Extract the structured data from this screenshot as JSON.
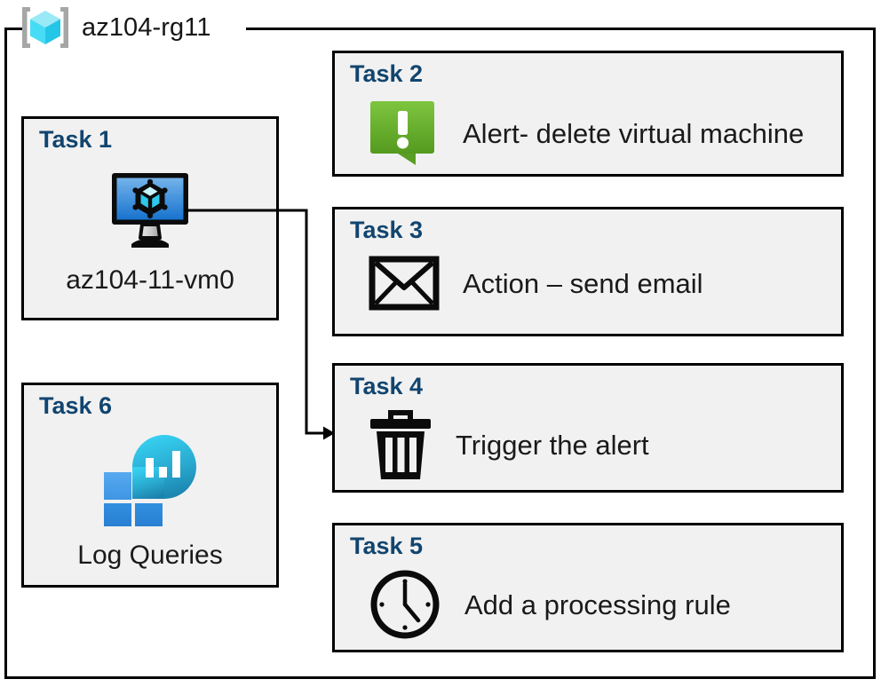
{
  "diagram": {
    "type": "azure-resource-group-task-diagram",
    "resource_group": {
      "name": "az104-rg11",
      "icon": "resource-group-cube-icon"
    },
    "colors": {
      "task_title": "#11456f",
      "card_fill": "#f1f1f1",
      "card_border": "#000000",
      "alert_green_light": "#78c144",
      "alert_green_dark": "#57991f",
      "vm_screen_light": "#64a9e8",
      "vm_screen_dark": "#1976d2",
      "log_square_light": "#4da2ef",
      "log_square_dark": "#2a84d6",
      "log_blob_light": "#34c9ef",
      "log_blob_dark": "#1b86b2",
      "rg_cube_light": "#9ae9f7",
      "rg_cube_mid": "#47dcf5",
      "rg_cube_dark": "#23c6e6",
      "rg_bracket": "#a6a6a6"
    },
    "cards": [
      {
        "id": "task1",
        "title": "Task 1",
        "label": "az104-11-vm0",
        "icon": "virtual-machine-icon",
        "column": "left"
      },
      {
        "id": "task2",
        "title": "Task 2",
        "label": "Alert- delete virtual machine",
        "icon": "alert-bubble-icon",
        "column": "right"
      },
      {
        "id": "task3",
        "title": "Task 3",
        "label": "Action – send email",
        "icon": "envelope-icon",
        "column": "right"
      },
      {
        "id": "task4",
        "title": "Task 4",
        "label": "Trigger the alert",
        "icon": "trash-can-icon",
        "column": "right"
      },
      {
        "id": "task5",
        "title": "Task 5",
        "label": "Add a processing rule",
        "icon": "clock-icon",
        "column": "right"
      },
      {
        "id": "task6",
        "title": "Task 6",
        "label": "Log Queries",
        "icon": "log-analytics-icon",
        "column": "left"
      }
    ],
    "connectors": [
      {
        "from": "task1-virtual-machine-icon",
        "to": "task4-card",
        "style": "orthogonal-arrow"
      }
    ]
  }
}
